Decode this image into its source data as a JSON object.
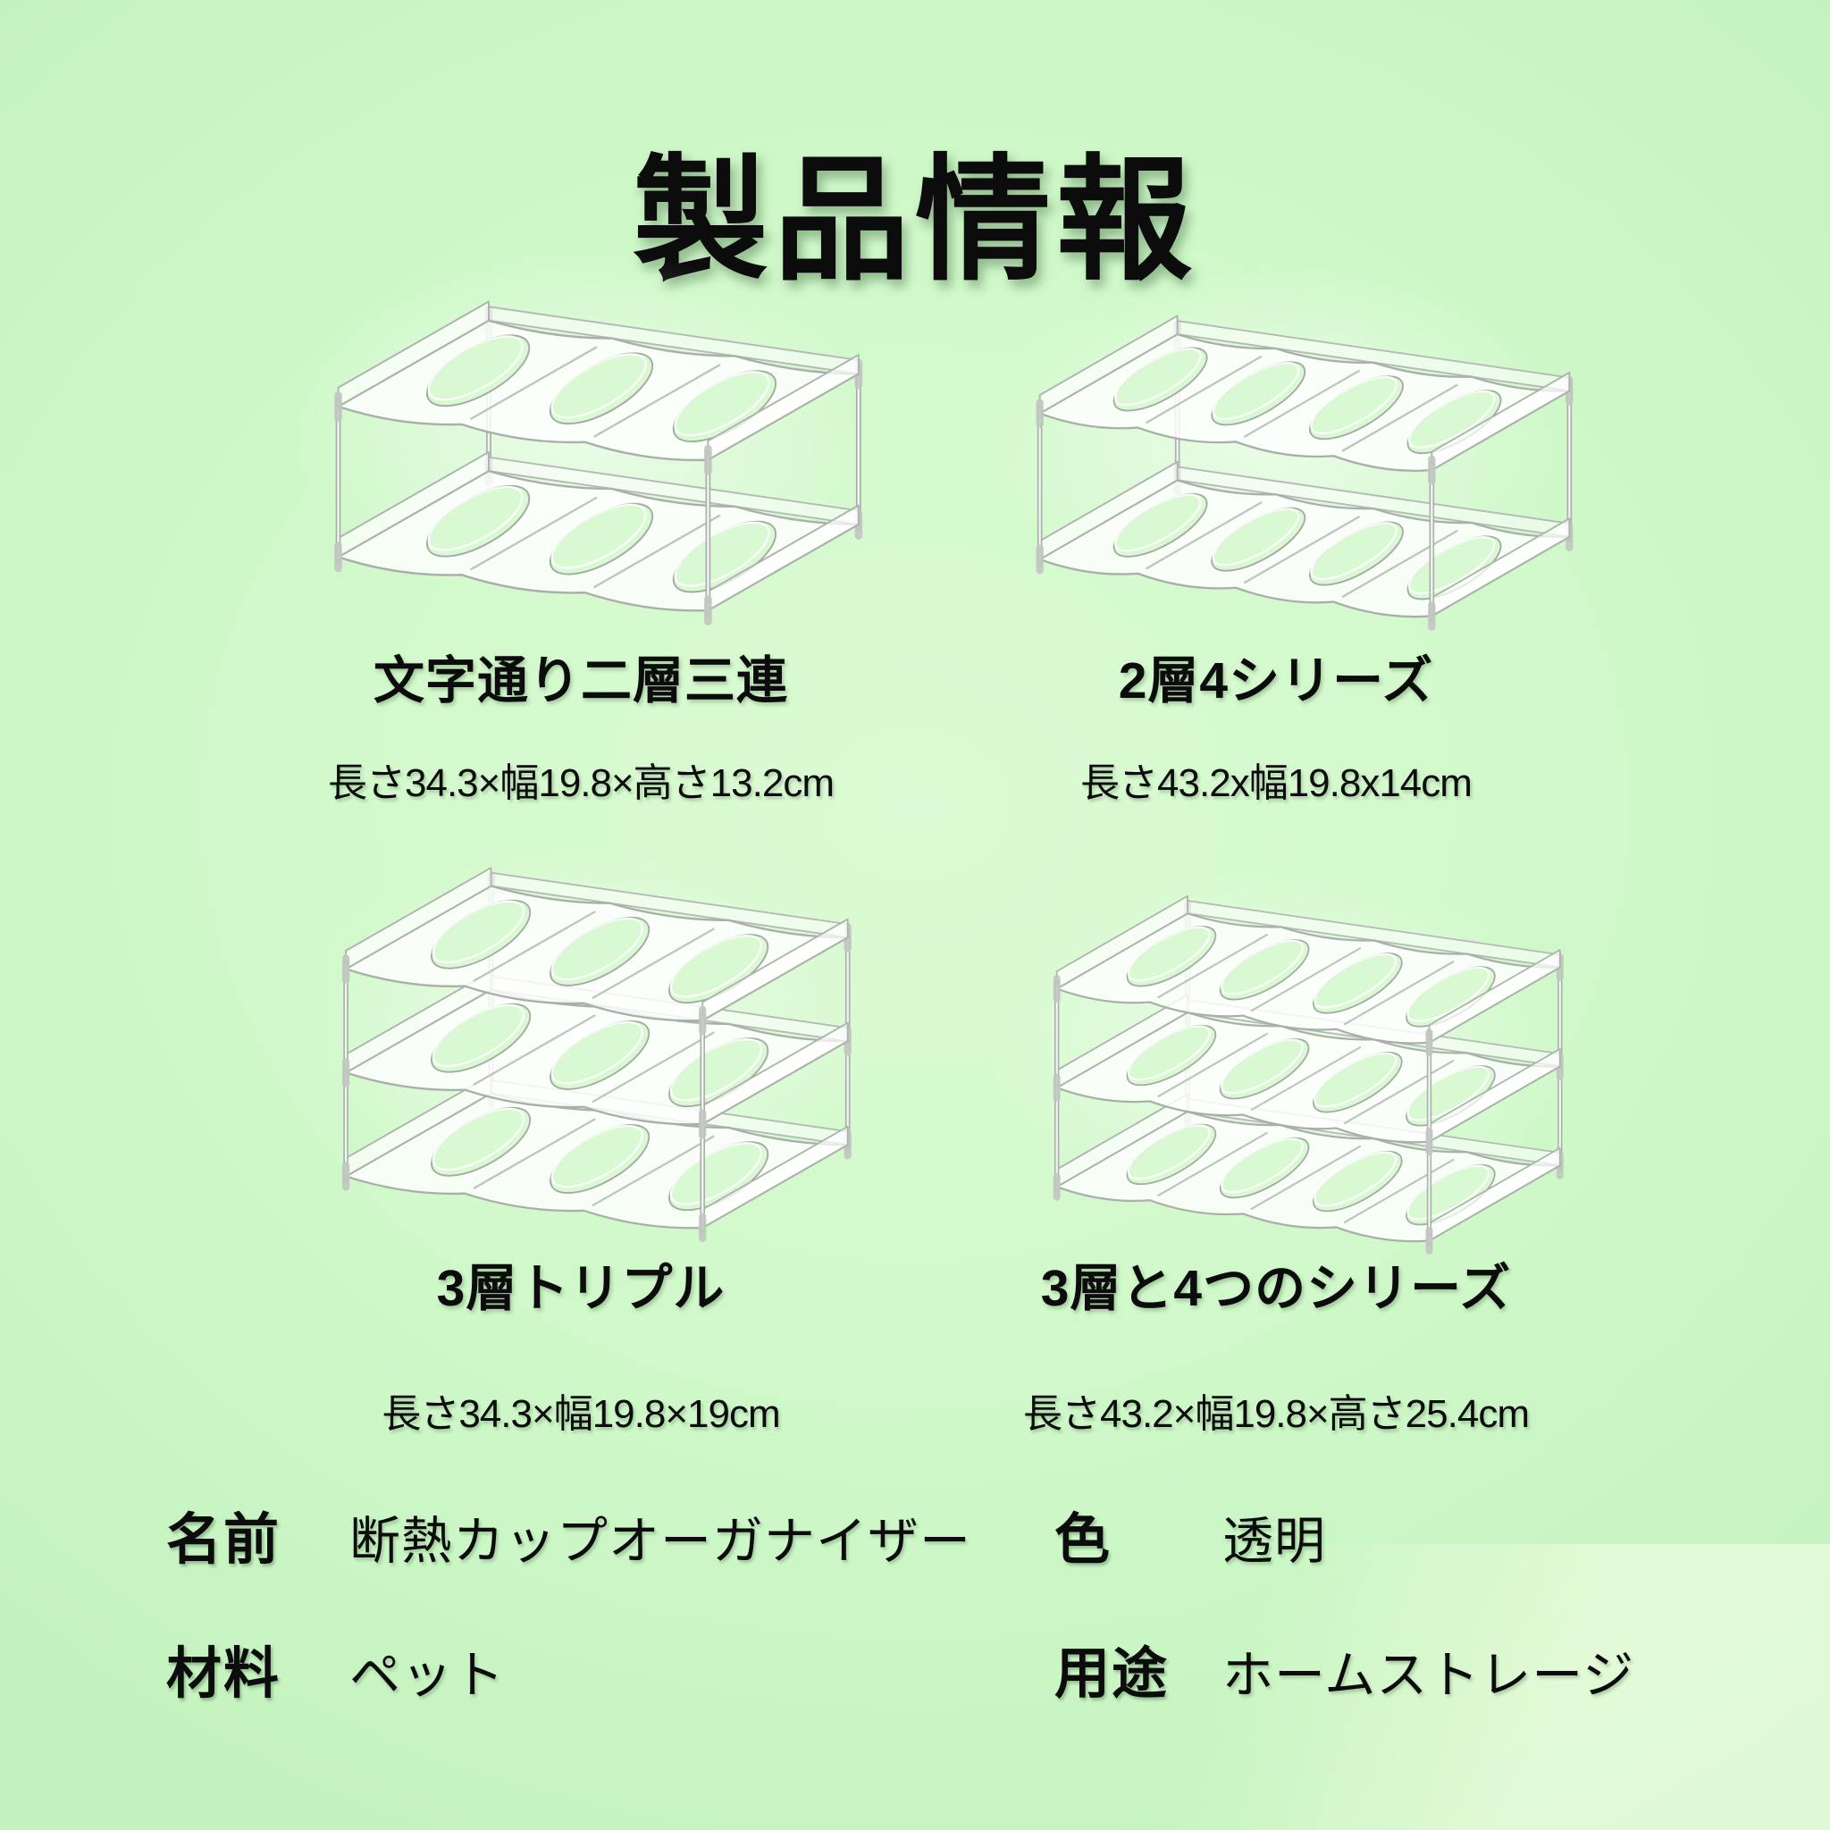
{
  "page": {
    "title": "製品情報",
    "background_color": "#cff8c9",
    "text_color": "#0c0c0c"
  },
  "products": [
    {
      "name": "文字通り二層三連",
      "dims": "長さ34.3×幅19.8×高さ13.2cm",
      "tiers": 2,
      "slots": 3,
      "illustration": "clear-two-tier-three-slot-rack"
    },
    {
      "name": "2層4シリーズ",
      "dims": "長さ43.2x幅19.8x14cm",
      "tiers": 2,
      "slots": 4,
      "illustration": "clear-two-tier-four-slot-rack"
    },
    {
      "name": "3層トリプル",
      "dims": "長さ34.3×幅19.8×19cm",
      "tiers": 3,
      "slots": 3,
      "illustration": "clear-three-tier-three-slot-rack"
    },
    {
      "name": "3層と4つのシリーズ",
      "dims": "長さ43.2×幅19.8×高さ25.4cm",
      "tiers": 3,
      "slots": 4,
      "illustration": "clear-three-tier-four-slot-rack"
    }
  ],
  "specs": [
    {
      "label": "名前",
      "value": "断熱カップオーガナイザー"
    },
    {
      "label": "色",
      "value": "透明"
    },
    {
      "label": "材料",
      "value": "ペット"
    },
    {
      "label": "用途",
      "value": "ホームストレージ"
    }
  ],
  "colors": {
    "rack_plastic": "#ffffff",
    "rack_outline": "#a9afa9",
    "hole_fill": "#d7f9d0"
  }
}
